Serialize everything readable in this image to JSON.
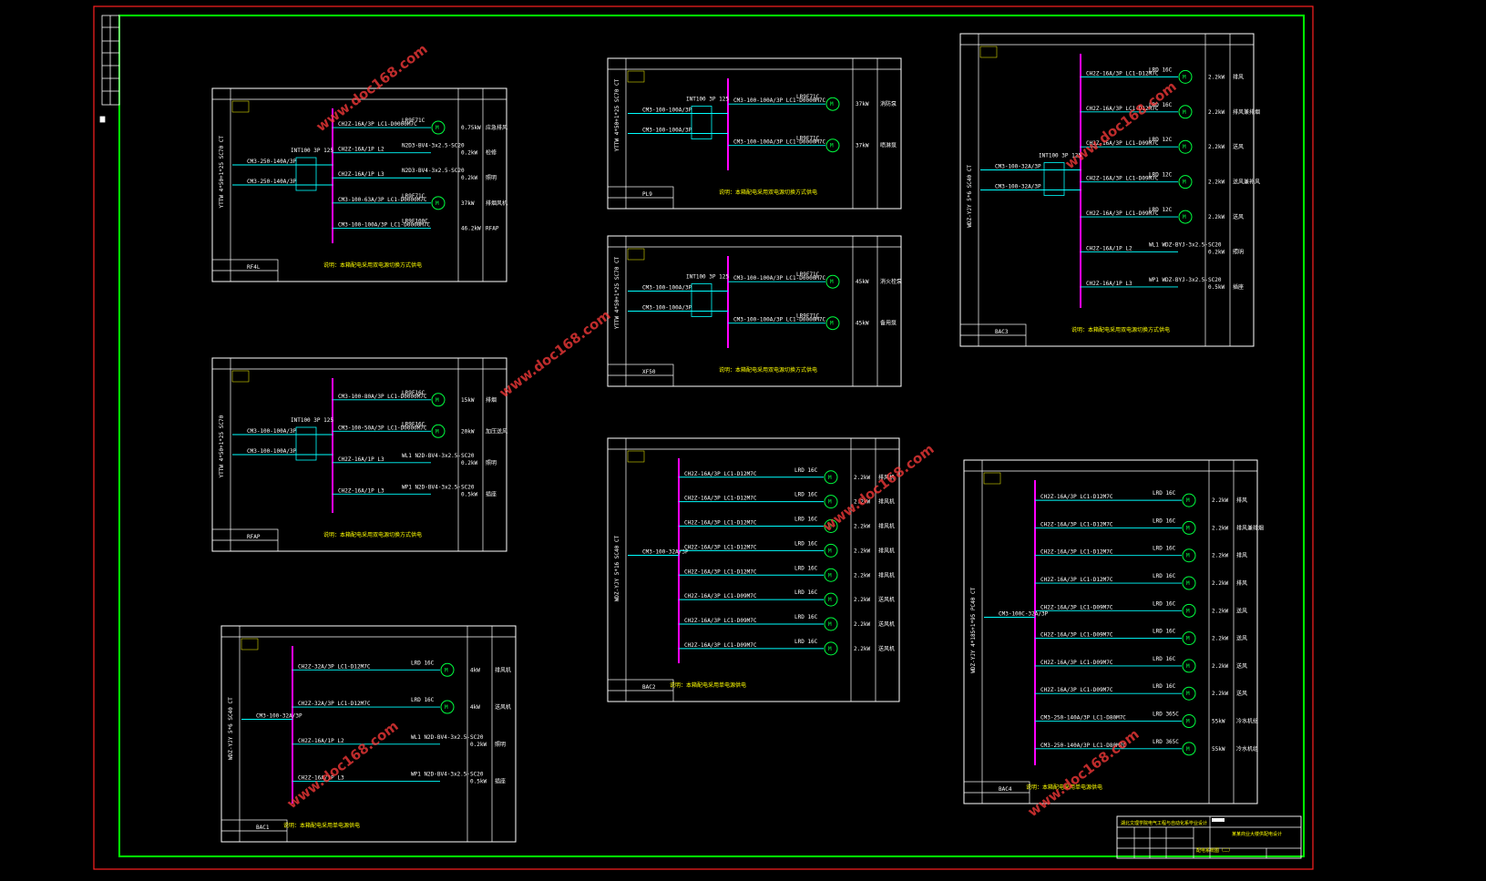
{
  "colors": {
    "bg": "#000000",
    "frame_red": "#ff2020",
    "frame_green": "#00ff00",
    "line_white": "#ffffff",
    "bus_magenta": "#ff00ff",
    "feeder_cyan": "#00ffff",
    "motor_green": "#00ff40",
    "text_yellow": "#ffff00",
    "watermark": "#ff3b3b"
  },
  "watermark_text": "www.doc168.com",
  "panels": [
    {
      "name": "RF4L",
      "incoming": "YTTW 4*50+1*25 SC70 CT",
      "incoming_breakers": [
        "CM3-250-140A/3P",
        "CM3-250-140A/3P"
      ],
      "ats": "INT100 3P 125",
      "feeders": [
        {
          "breaker": "CH2Z-16A/3P",
          "contactor": "LC1-D0000M7C",
          "relay": "LR9F71C",
          "motor": true,
          "power": "0.75kW",
          "purpose": "应急排风"
        },
        {
          "breaker": "CH2Z-16A/1P",
          "contactor": "L2",
          "relay": "N2D3-BV4-3x2.5-SC20",
          "motor": false,
          "power": "0.2kW",
          "purpose": "检修"
        },
        {
          "breaker": "CH2Z-16A/1P",
          "contactor": "L3",
          "relay": "N2D3-BV4-3x2.5-SC20",
          "motor": false,
          "power": "0.2kW",
          "purpose": "照明"
        },
        {
          "breaker": "CM3-100-63A/3P",
          "contactor": "LC1-D0000M7C",
          "relay": "LR9F71C",
          "motor": true,
          "power": "37kW",
          "purpose": "排烟风机"
        },
        {
          "breaker": "CM3-100-100A/3P",
          "contactor": "LC1-D0000M7C",
          "relay": "LR9F100C",
          "motor": false,
          "power": "46.2kW",
          "purpose": "RFAP"
        }
      ],
      "note": "说明：本箱配电采用双电源切换方式供电"
    },
    {
      "name": "RFAP",
      "incoming": "YTTW 4*50+1*25 SC70",
      "incoming_breakers": [
        "CM3-100-100A/3P",
        "CM3-100-100A/3P"
      ],
      "ats": "INT100 3P 125",
      "feeders": [
        {
          "breaker": "CM3-100-80A/3P",
          "contactor": "LC1-D0000M7C",
          "relay": "LR9F16C",
          "motor": true,
          "power": "15kW",
          "purpose": "排烟"
        },
        {
          "breaker": "CM3-100-50A/3P",
          "contactor": "LC1-D0000M7C",
          "relay": "LR9F16C",
          "motor": true,
          "power": "20kW",
          "purpose": "加压送风"
        },
        {
          "breaker": "CH2Z-16A/1P",
          "contactor": "L3",
          "relay": "WL1 N2D-BV4-3x2.5-SC20",
          "motor": false,
          "power": "0.2kW",
          "purpose": "照明"
        },
        {
          "breaker": "CH2Z-16A/1P",
          "contactor": "L3",
          "relay": "WP1 N2D-BV4-3x2.5-SC20",
          "motor": false,
          "power": "0.5kW",
          "purpose": "插座"
        }
      ],
      "note": "说明：本箱配电采用双电源切换方式供电"
    },
    {
      "name": "BAC1",
      "incoming": "WDZ-YJY 5*6 SC40 CT",
      "incoming_breakers": [
        "CM3-100-32A/3P"
      ],
      "ats": "",
      "feeders": [
        {
          "breaker": "CH2Z-32A/3P",
          "contactor": "LC1-D12M7C",
          "relay": "LRD 16C",
          "motor": true,
          "power": "4kW",
          "purpose": "排风机"
        },
        {
          "breaker": "CH2Z-32A/3P",
          "contactor": "LC1-D12M7C",
          "relay": "LRD 16C",
          "motor": true,
          "power": "4kW",
          "purpose": "送风机"
        },
        {
          "breaker": "CH2Z-16A/1P",
          "contactor": "L2",
          "relay": "WL1 N2D-BV4-3x2.5-SC20",
          "motor": false,
          "power": "0.2kW",
          "purpose": "照明"
        },
        {
          "breaker": "CH2Z-16A/1P",
          "contactor": "L3",
          "relay": "WP1 N2D-BV4-3x2.5-SC20",
          "motor": false,
          "power": "0.5kW",
          "purpose": "插座"
        }
      ],
      "note": "说明：本箱配电采用单电源供电"
    },
    {
      "name": "PL9",
      "incoming": "YTTW 4*50+1*25 SC70 CT",
      "incoming_breakers": [
        "CM3-100-100A/3P",
        "CM3-100-100A/3P"
      ],
      "ats": "INT100 3P 125",
      "feeders": [
        {
          "breaker": "CM3-100-100A/3P",
          "contactor": "LC1-D0000M7C",
          "relay": "LR9F71C",
          "motor": true,
          "power": "37kW",
          "purpose": "消防泵"
        },
        {
          "breaker": "CM3-100-100A/3P",
          "contactor": "LC1-D0000M7C",
          "relay": "LR9F71C",
          "motor": true,
          "power": "37kW",
          "purpose": "喷淋泵"
        }
      ],
      "note": "说明：本箱配电采用双电源切换方式供电"
    },
    {
      "name": "XF50",
      "incoming": "YTTW 4*50+1*25 SC70 CT",
      "incoming_breakers": [
        "CM3-100-100A/3P",
        "CM3-100-100A/3P"
      ],
      "ats": "INT100 3P 125",
      "feeders": [
        {
          "breaker": "CM3-100-100A/3P",
          "contactor": "LC1-D0000M7C",
          "relay": "LR9F71C",
          "motor": true,
          "power": "45kW",
          "purpose": "消火栓泵"
        },
        {
          "breaker": "CM3-100-100A/3P",
          "contactor": "LC1-D0000M7C",
          "relay": "LR9F71C",
          "motor": true,
          "power": "45kW",
          "purpose": "备用泵"
        }
      ],
      "note": "说明：本箱配电采用双电源切换方式供电"
    },
    {
      "name": "BAC2",
      "incoming": "WDZ-YJY 5*16 SC40 CT",
      "incoming_breakers": [
        "CM3-100-32A/3P"
      ],
      "ats": "",
      "feeders": [
        {
          "breaker": "CH2Z-16A/3P",
          "contactor": "LC1-D12M7C",
          "relay": "LRD 16C",
          "motor": true,
          "power": "2.2kW",
          "purpose": "排风机"
        },
        {
          "breaker": "CH2Z-16A/3P",
          "contactor": "LC1-D12M7C",
          "relay": "LRD 16C",
          "motor": true,
          "power": "2.2kW",
          "purpose": "排风机"
        },
        {
          "breaker": "CH2Z-16A/3P",
          "contactor": "LC1-D12M7C",
          "relay": "LRD 16C",
          "motor": true,
          "power": "2.2kW",
          "purpose": "排风机"
        },
        {
          "breaker": "CH2Z-16A/3P",
          "contactor": "LC1-D12M7C",
          "relay": "LRD 16C",
          "motor": true,
          "power": "2.2kW",
          "purpose": "排风机"
        },
        {
          "breaker": "CH2Z-16A/3P",
          "contactor": "LC1-D12M7C",
          "relay": "LRD 16C",
          "motor": true,
          "power": "2.2kW",
          "purpose": "排风机"
        },
        {
          "breaker": "CH2Z-16A/3P",
          "contactor": "LC1-D09M7C",
          "relay": "LRD 16C",
          "motor": true,
          "power": "2.2kW",
          "purpose": "送风机"
        },
        {
          "breaker": "CH2Z-16A/3P",
          "contactor": "LC1-D09M7C",
          "relay": "LRD 16C",
          "motor": true,
          "power": "2.2kW",
          "purpose": "送风机"
        },
        {
          "breaker": "CH2Z-16A/3P",
          "contactor": "LC1-D09M7C",
          "relay": "LRD 16C",
          "motor": true,
          "power": "2.2kW",
          "purpose": "送风机"
        }
      ],
      "note": "说明：本箱配电采用单电源供电"
    },
    {
      "name": "BAC3",
      "incoming": "WDZ-YJY 5*6 SC40 CT",
      "incoming_breakers": [
        "CM3-100-32A/3P",
        "CM3-100-32A/3P"
      ],
      "ats": "INT100 3P 125",
      "feeders": [
        {
          "breaker": "CH2Z-16A/3P",
          "contactor": "LC1-D12M7C",
          "relay": "LRD 16C",
          "motor": true,
          "power": "2.2kW",
          "purpose": "排风"
        },
        {
          "breaker": "CH2Z-16A/3P",
          "contactor": "LC1-D12M7C",
          "relay": "LRD 16C",
          "motor": true,
          "power": "2.2kW",
          "purpose": "排风兼排烟"
        },
        {
          "breaker": "CH2Z-16A/3P",
          "contactor": "LC1-D09M7C",
          "relay": "LRD 12C",
          "motor": true,
          "power": "2.2kW",
          "purpose": "送风"
        },
        {
          "breaker": "CH2Z-16A/3P",
          "contactor": "LC1-D09M7C",
          "relay": "LRD 12C",
          "motor": true,
          "power": "2.2kW",
          "purpose": "送风兼补风"
        },
        {
          "breaker": "CH2Z-16A/3P",
          "contactor": "LC1-D09M7C",
          "relay": "LRD 12C",
          "motor": true,
          "power": "2.2kW",
          "purpose": "送风"
        },
        {
          "breaker": "CH2Z-16A/1P",
          "contactor": "L2",
          "relay": "WL1 WDZ-BYJ-3x2.5-SC20",
          "motor": false,
          "power": "0.2kW",
          "purpose": "照明"
        },
        {
          "breaker": "CH2Z-16A/1P",
          "contactor": "L3",
          "relay": "WP1 WDZ-BYJ-3x2.5-SC20",
          "motor": false,
          "power": "0.5kW",
          "purpose": "插座"
        }
      ],
      "note": "说明：本箱配电采用双电源切换方式供电"
    },
    {
      "name": "BAC4",
      "incoming": "WDZ-YJY 4*185+1*95 PC40 CT",
      "incoming_breakers": [
        "CM3-100C-32A/3P"
      ],
      "ats": "",
      "feeders": [
        {
          "breaker": "CH2Z-16A/3P",
          "contactor": "LC1-D12M7C",
          "relay": "LRD 16C",
          "motor": true,
          "power": "2.2kW",
          "purpose": "排风"
        },
        {
          "breaker": "CH2Z-16A/3P",
          "contactor": "LC1-D12M7C",
          "relay": "LRD 16C",
          "motor": true,
          "power": "2.2kW",
          "purpose": "排风兼排烟"
        },
        {
          "breaker": "CH2Z-16A/3P",
          "contactor": "LC1-D12M7C",
          "relay": "LRD 16C",
          "motor": true,
          "power": "2.2kW",
          "purpose": "排风"
        },
        {
          "breaker": "CH2Z-16A/3P",
          "contactor": "LC1-D12M7C",
          "relay": "LRD 16C",
          "motor": true,
          "power": "2.2kW",
          "purpose": "排风"
        },
        {
          "breaker": "CH2Z-16A/3P",
          "contactor": "LC1-D09M7C",
          "relay": "LRD 16C",
          "motor": true,
          "power": "2.2kW",
          "purpose": "送风"
        },
        {
          "breaker": "CH2Z-16A/3P",
          "contactor": "LC1-D09M7C",
          "relay": "LRD 16C",
          "motor": true,
          "power": "2.2kW",
          "purpose": "送风"
        },
        {
          "breaker": "CH2Z-16A/3P",
          "contactor": "LC1-D09M7C",
          "relay": "LRD 16C",
          "motor": true,
          "power": "2.2kW",
          "purpose": "送风"
        },
        {
          "breaker": "CH2Z-16A/3P",
          "contactor": "LC1-D09M7C",
          "relay": "LRD 16C",
          "motor": true,
          "power": "2.2kW",
          "purpose": "送风"
        },
        {
          "breaker": "CM3-250-140A/3P",
          "contactor": "LC1-D80M7C",
          "relay": "LRD 365C",
          "motor": true,
          "power": "55kW",
          "purpose": "冷水机组"
        },
        {
          "breaker": "CM3-250-140A/3P",
          "contactor": "LC1-D80M7C",
          "relay": "LRD 365C",
          "motor": true,
          "power": "55kW",
          "purpose": "冷水机组"
        }
      ],
      "note": "说明：本箱配电采用单电源供电"
    }
  ],
  "title_block": {
    "school": "湖北文理学院电气工程与自动化系毕业设计",
    "project": "某某商业大楼供配电设计",
    "drawing": "配电系统图（二）"
  }
}
